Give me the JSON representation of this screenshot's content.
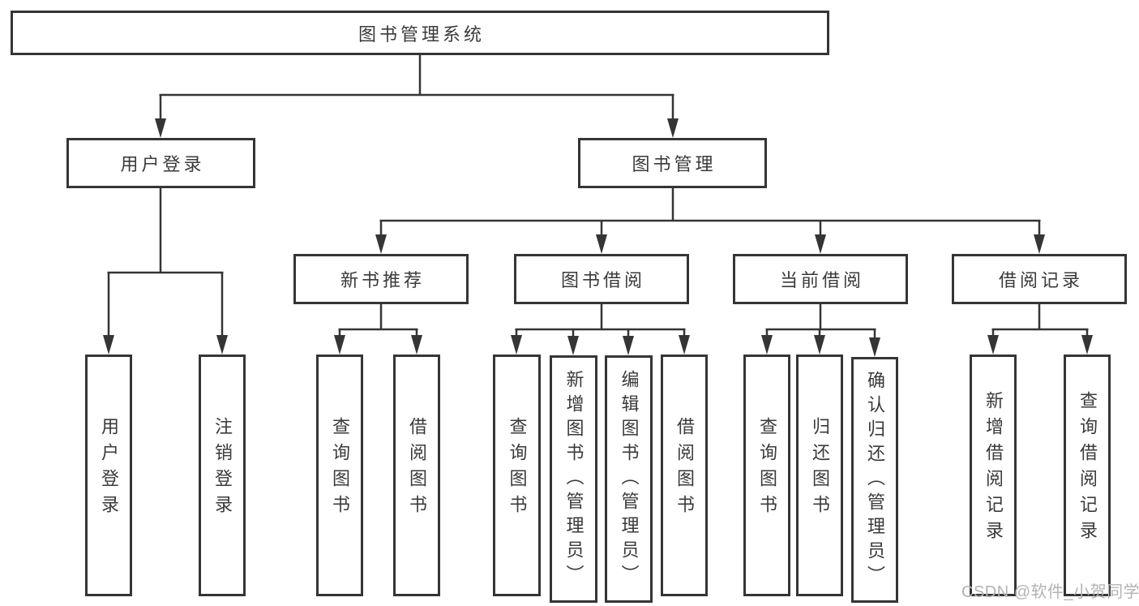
{
  "diagram_type": "functional-structure-tree",
  "colors": {
    "background": "#ffffff",
    "line": "#353535",
    "box_border": "#353535",
    "text": "#3a3a3a",
    "watermark": "#b4b2b2"
  },
  "tree": {
    "label": "图书管理系统",
    "children": [
      {
        "label": "用户登录",
        "children": [
          {
            "label": "用户登录"
          },
          {
            "label": "注销登录"
          }
        ]
      },
      {
        "label": "图书管理",
        "children": [
          {
            "label": "新书推荐",
            "children": [
              {
                "label": "查询图书"
              },
              {
                "label": "借阅图书"
              }
            ]
          },
          {
            "label": "图书借阅",
            "children": [
              {
                "label": "查询图书"
              },
              {
                "label": "新增图书（管理员）"
              },
              {
                "label": "编辑图书（管理员）"
              },
              {
                "label": "借阅图书"
              }
            ]
          },
          {
            "label": "当前借阅",
            "children": [
              {
                "label": "查询图书"
              },
              {
                "label": "归还图书"
              },
              {
                "label": "确认归还（管理员）"
              }
            ]
          },
          {
            "label": "借阅记录",
            "children": [
              {
                "label": "新增借阅记录"
              },
              {
                "label": "查询借阅记录"
              }
            ]
          }
        ]
      }
    ]
  },
  "watermark": "CSDN @软件_小贺同学"
}
